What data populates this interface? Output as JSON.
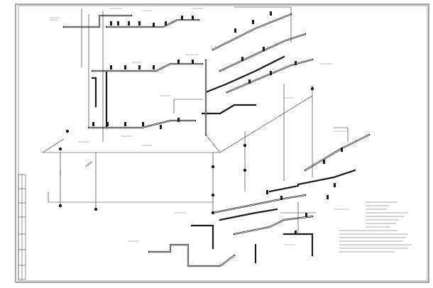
{
  "drawing": {
    "kind": "isometric pipe network schematic",
    "line_color": "#1a1a1a",
    "background": "#ffffff",
    "legend_lines": 8,
    "notes_lines": 7
  }
}
